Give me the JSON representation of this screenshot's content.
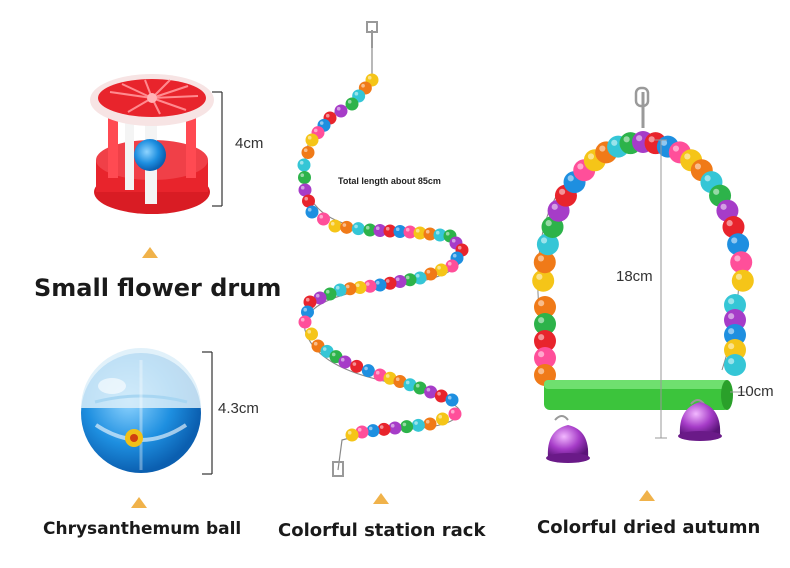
{
  "products": [
    {
      "name": "Small flower drum",
      "dimension": "4cm"
    },
    {
      "name": "Chrysanthemum ball",
      "dimension": "4.3cm"
    },
    {
      "name": "Colorful station rack",
      "dimension": "Total length about 85cm"
    },
    {
      "name": "Colorful dried autumn",
      "height": "18cm",
      "width": "10cm"
    }
  ],
  "colors": {
    "pointer": "#f0b24a",
    "drum_red": "#e8242c",
    "ball_blue": "#1e8fe0",
    "perch_green": "#3cc43c",
    "bell_purple": "#a63cc8"
  }
}
